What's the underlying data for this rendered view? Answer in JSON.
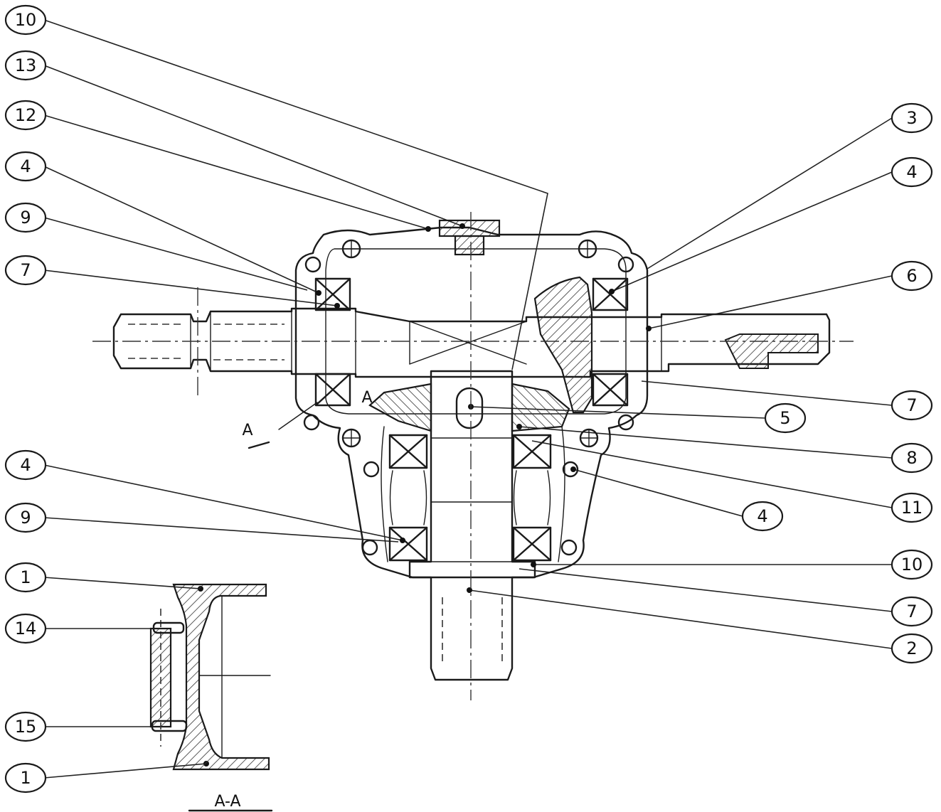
{
  "callouts": [
    {
      "label": "10"
    },
    {
      "label": "13"
    },
    {
      "label": "12"
    },
    {
      "label": "4"
    },
    {
      "label": "9"
    },
    {
      "label": "7"
    },
    {
      "label": "4"
    },
    {
      "label": "9"
    },
    {
      "label": "1"
    },
    {
      "label": "14"
    },
    {
      "label": "15"
    },
    {
      "label": "1"
    },
    {
      "label": "3"
    },
    {
      "label": "4"
    },
    {
      "label": "6"
    },
    {
      "label": "7"
    },
    {
      "label": "5"
    },
    {
      "label": "8"
    },
    {
      "label": "4"
    },
    {
      "label": "11"
    },
    {
      "label": "10"
    },
    {
      "label": "7"
    },
    {
      "label": "2"
    }
  ],
  "section": {
    "view_label": "A-A",
    "marker_label": "A",
    "marker_label_2": "A"
  },
  "colors": {
    "ink": "#1a1a1a",
    "paper": "#ffffff",
    "hatch": "#333333"
  }
}
